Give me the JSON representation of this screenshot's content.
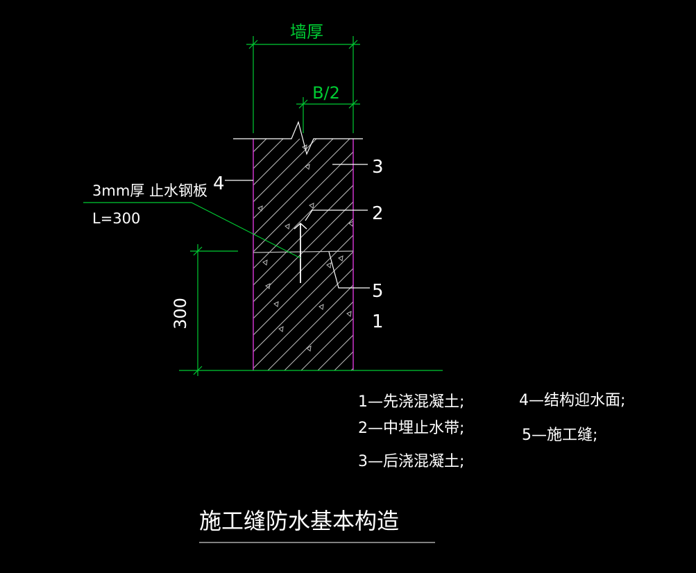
{
  "dimensions": {
    "wall_thickness_label": "墙厚",
    "half_width_label": "B/2",
    "height_label": "300"
  },
  "callouts": {
    "plate_line1": "3mm厚  止水钢板",
    "plate_line2": "L=300",
    "n1": "1",
    "n2": "2",
    "n3": "3",
    "n4": "4",
    "n5": "5"
  },
  "legend": [
    "1—先浇混凝土;",
    "2—中埋止水带;",
    "3—后浇混凝土;",
    "4—结构迎水面;",
    "5—施工缝;"
  ],
  "title": "施工缝防水基本构造",
  "colors": {
    "background": "#000000",
    "drawing": "#ffffff",
    "dimension": "#00cc33",
    "wall_edge": "#cc33cc",
    "hatch": "#bfbfbf"
  }
}
